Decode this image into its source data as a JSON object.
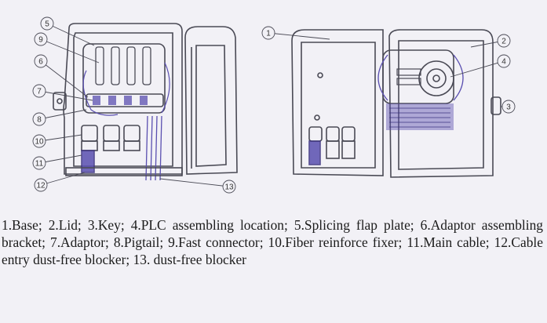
{
  "legend": {
    "items": [
      "1.Base;",
      "2.Lid;",
      "3.Key;",
      "4.PLC assembling location;",
      "5.Splicing flap plate;",
      "6.Adaptor assembling bracket;",
      "7.Adaptor;",
      "8.Pigtail;",
      "9.Fast connector;",
      "10.Fiber reinforce fixer;",
      "11.Main cable;",
      "12.Cable entry dust-free blocker;",
      "13. dust-free blocker"
    ]
  },
  "callouts": {
    "left": [
      "5",
      "9",
      "6",
      "7",
      "8",
      "10",
      "11",
      "12",
      "13"
    ],
    "right": [
      "1",
      "2",
      "4",
      "3"
    ]
  },
  "colors": {
    "outline": "#4a4a55",
    "accent": "#5a4fb0",
    "background": "#f2f1f6"
  }
}
